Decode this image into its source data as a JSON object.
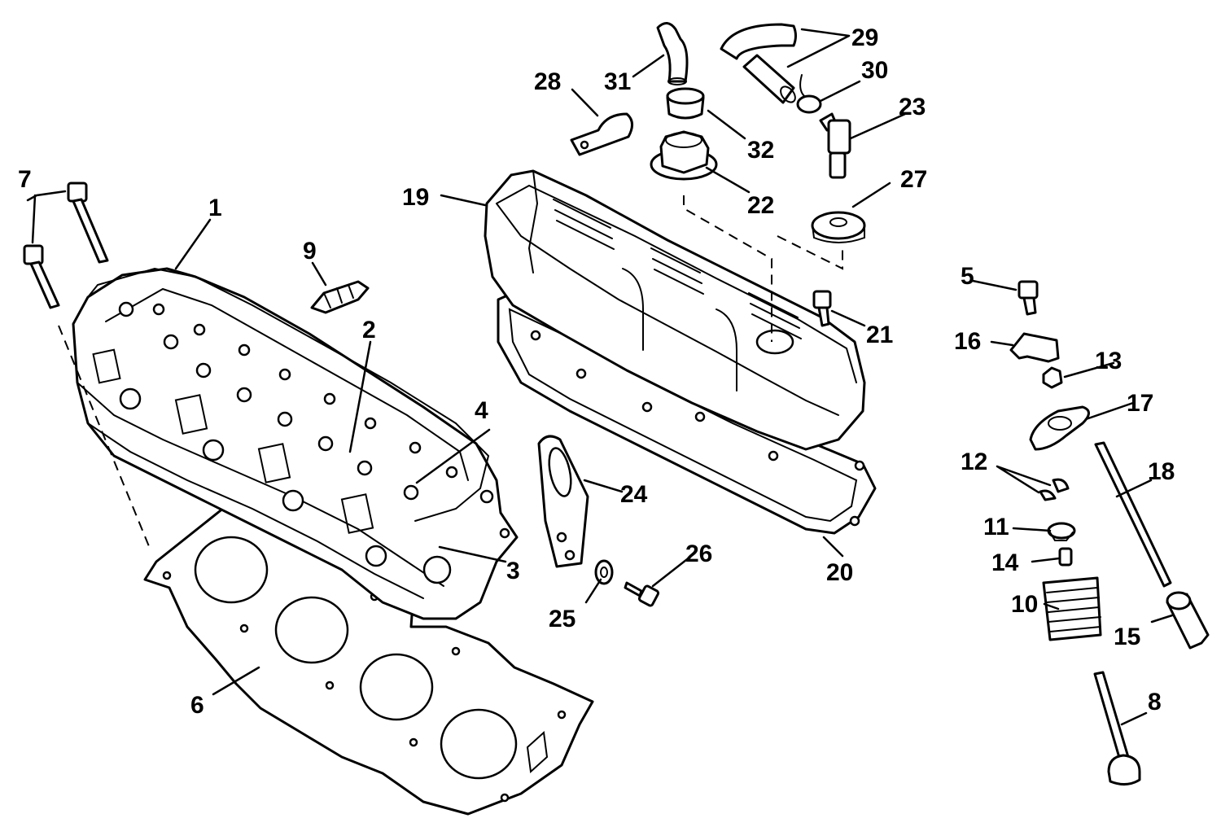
{
  "callouts": {
    "c1": "1",
    "c2": "2",
    "c3": "3",
    "c4": "4",
    "c5": "5",
    "c6": "6",
    "c7": "7",
    "c8": "8",
    "c9": "9",
    "c10": "10",
    "c11": "11",
    "c12": "12",
    "c13": "13",
    "c14": "14",
    "c15": "15",
    "c16": "16",
    "c17": "17",
    "c18": "18",
    "c19": "19",
    "c20": "20",
    "c21": "21",
    "c22": "22",
    "c23": "23",
    "c24": "24",
    "c25": "25",
    "c26": "26",
    "c27": "27",
    "c28": "28",
    "c29": "29",
    "c30": "30",
    "c31": "31",
    "c32": "32"
  },
  "colors": {
    "line": "#000000",
    "background": "#ffffff"
  }
}
